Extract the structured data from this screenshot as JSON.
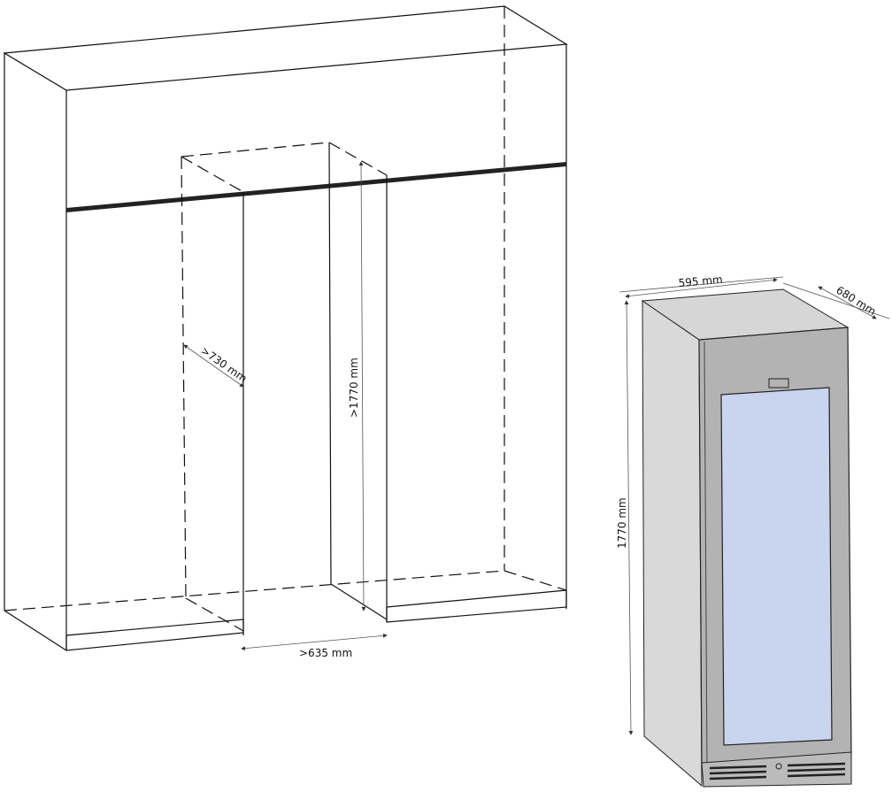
{
  "installation": {
    "depth_label": ">730 mm",
    "height_label": ">1770 mm",
    "width_label": ">635 mm"
  },
  "appliance": {
    "width_label": "595 mm",
    "depth_label": "680 mm",
    "height_label": "1770 mm",
    "colors": {
      "body": "#d9d9d9",
      "door": "#b3b3b3",
      "glass": "#c9d5ef"
    }
  }
}
